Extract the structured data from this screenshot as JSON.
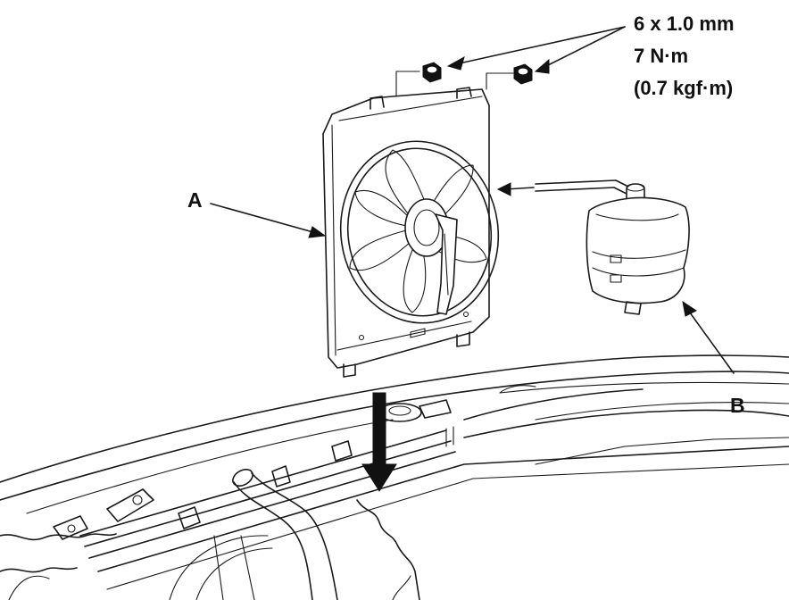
{
  "callouts": {
    "a": "A",
    "b": "B"
  },
  "fastener_spec": {
    "size": "6 x 1.0 mm",
    "torque_nm": "7 N·m",
    "torque_kgf": "(0.7 kgf·m)"
  }
}
